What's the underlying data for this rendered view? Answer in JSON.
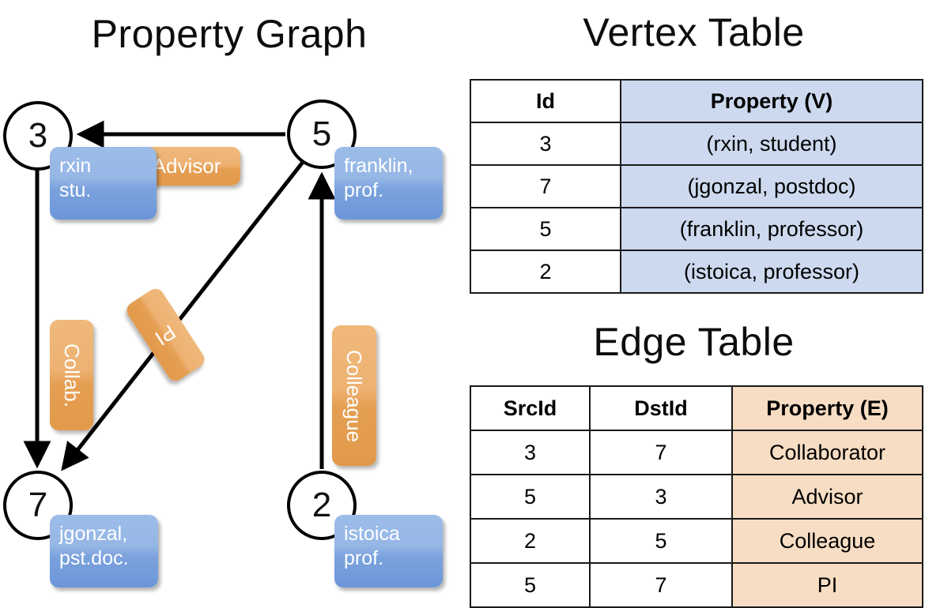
{
  "titles": {
    "property_graph": "Property Graph",
    "vertex_table": "Vertex Table",
    "edge_table": "Edge Table"
  },
  "graph": {
    "vertices": [
      {
        "id": "3",
        "property_lines": "rxin\nstu."
      },
      {
        "id": "5",
        "property_lines": "franklin,\nprof."
      },
      {
        "id": "7",
        "property_lines": "jgonzal,\npst.doc."
      },
      {
        "id": "2",
        "property_lines": "istoica\nprof."
      }
    ],
    "edge_labels": {
      "advisor": "Advisor",
      "collab": "Collab.",
      "pi": "PI",
      "colleague": "Colleague"
    }
  },
  "vertex_table": {
    "headers": [
      "Id",
      "Property (V)"
    ],
    "rows": [
      {
        "id": "3",
        "property": "(rxin, student)"
      },
      {
        "id": "7",
        "property": "(jgonzal, postdoc)"
      },
      {
        "id": "5",
        "property": "(franklin, professor)"
      },
      {
        "id": "2",
        "property": "(istoica, professor)"
      }
    ]
  },
  "edge_table": {
    "headers": [
      "SrcId",
      "DstId",
      "Property (E)"
    ],
    "rows": [
      {
        "src": "3",
        "dst": "7",
        "property": "Collaborator"
      },
      {
        "src": "5",
        "dst": "3",
        "property": "Advisor"
      },
      {
        "src": "2",
        "dst": "5",
        "property": "Colleague"
      },
      {
        "src": "5",
        "dst": "7",
        "property": "PI"
      }
    ]
  },
  "colors": {
    "vertex_property_blue": "#7ba2dd",
    "edge_label_orange": "#e9a85e",
    "vertex_table_header_fill": "#ccd9ee",
    "edge_table_header_fill": "#f7ddc3",
    "stroke": "#000000",
    "background": "#ffffff"
  }
}
